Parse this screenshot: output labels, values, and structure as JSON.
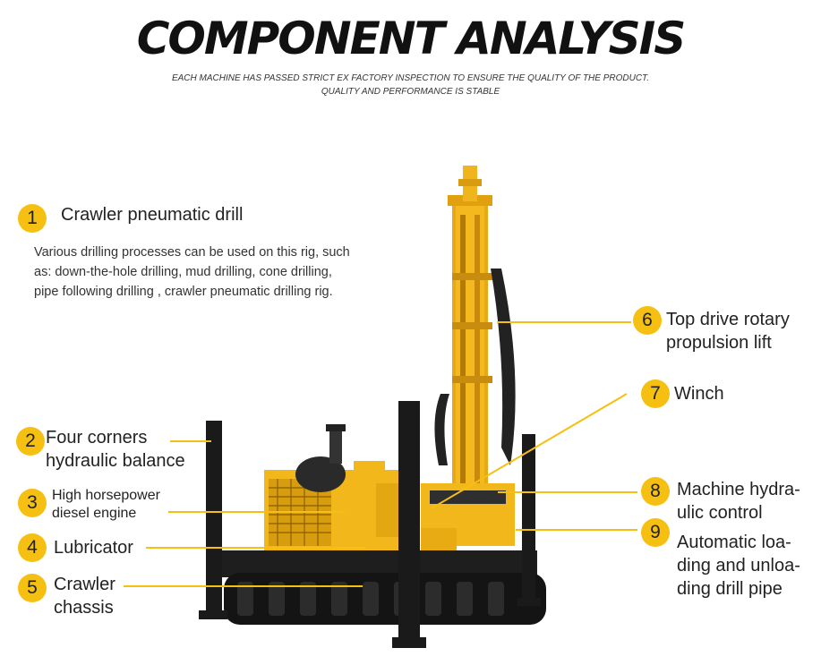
{
  "title": "COMPONENT ANALYSIS",
  "subtitle": {
    "line1": "EACH MACHINE HAS PASSED STRICT EX FACTORY INSPECTION TO ENSURE THE QUALITY OF THE PRODUCT.",
    "line2": "QUALITY AND PERFORMANCE IS STABLE"
  },
  "components": [
    {
      "num": "1",
      "lines": [
        "Crawler pneumatic drill"
      ]
    },
    {
      "num": "2",
      "lines": [
        "Four corners",
        "hydraulic balance"
      ]
    },
    {
      "num": "3",
      "lines": [
        "High horsepower",
        "diesel engine"
      ]
    },
    {
      "num": "4",
      "lines": [
        "Lubricator"
      ]
    },
    {
      "num": "5",
      "lines": [
        "Crawler",
        "chassis"
      ]
    },
    {
      "num": "6",
      "lines": [
        "Top drive rotary",
        "propulsion lift"
      ]
    },
    {
      "num": "7",
      "lines": [
        "Winch"
      ]
    },
    {
      "num": "8",
      "lines": [
        "Machine hydra-",
        "ulic control"
      ]
    },
    {
      "num": "9",
      "lines": [
        "Automatic loa-",
        "ding and unloa-",
        "ding drill pipe"
      ]
    }
  ],
  "description": {
    "line1": "Various drilling processes can be used on this rig, such",
    "line2": "as: down-the-hole drilling, mud drilling, cone drilling,",
    "line3": "pipe following drilling , crawler pneumatic drilling rig."
  },
  "colors": {
    "accent": "#f5c012",
    "machine_yellow": "#f2b71a",
    "dark": "#1b1b1b"
  }
}
